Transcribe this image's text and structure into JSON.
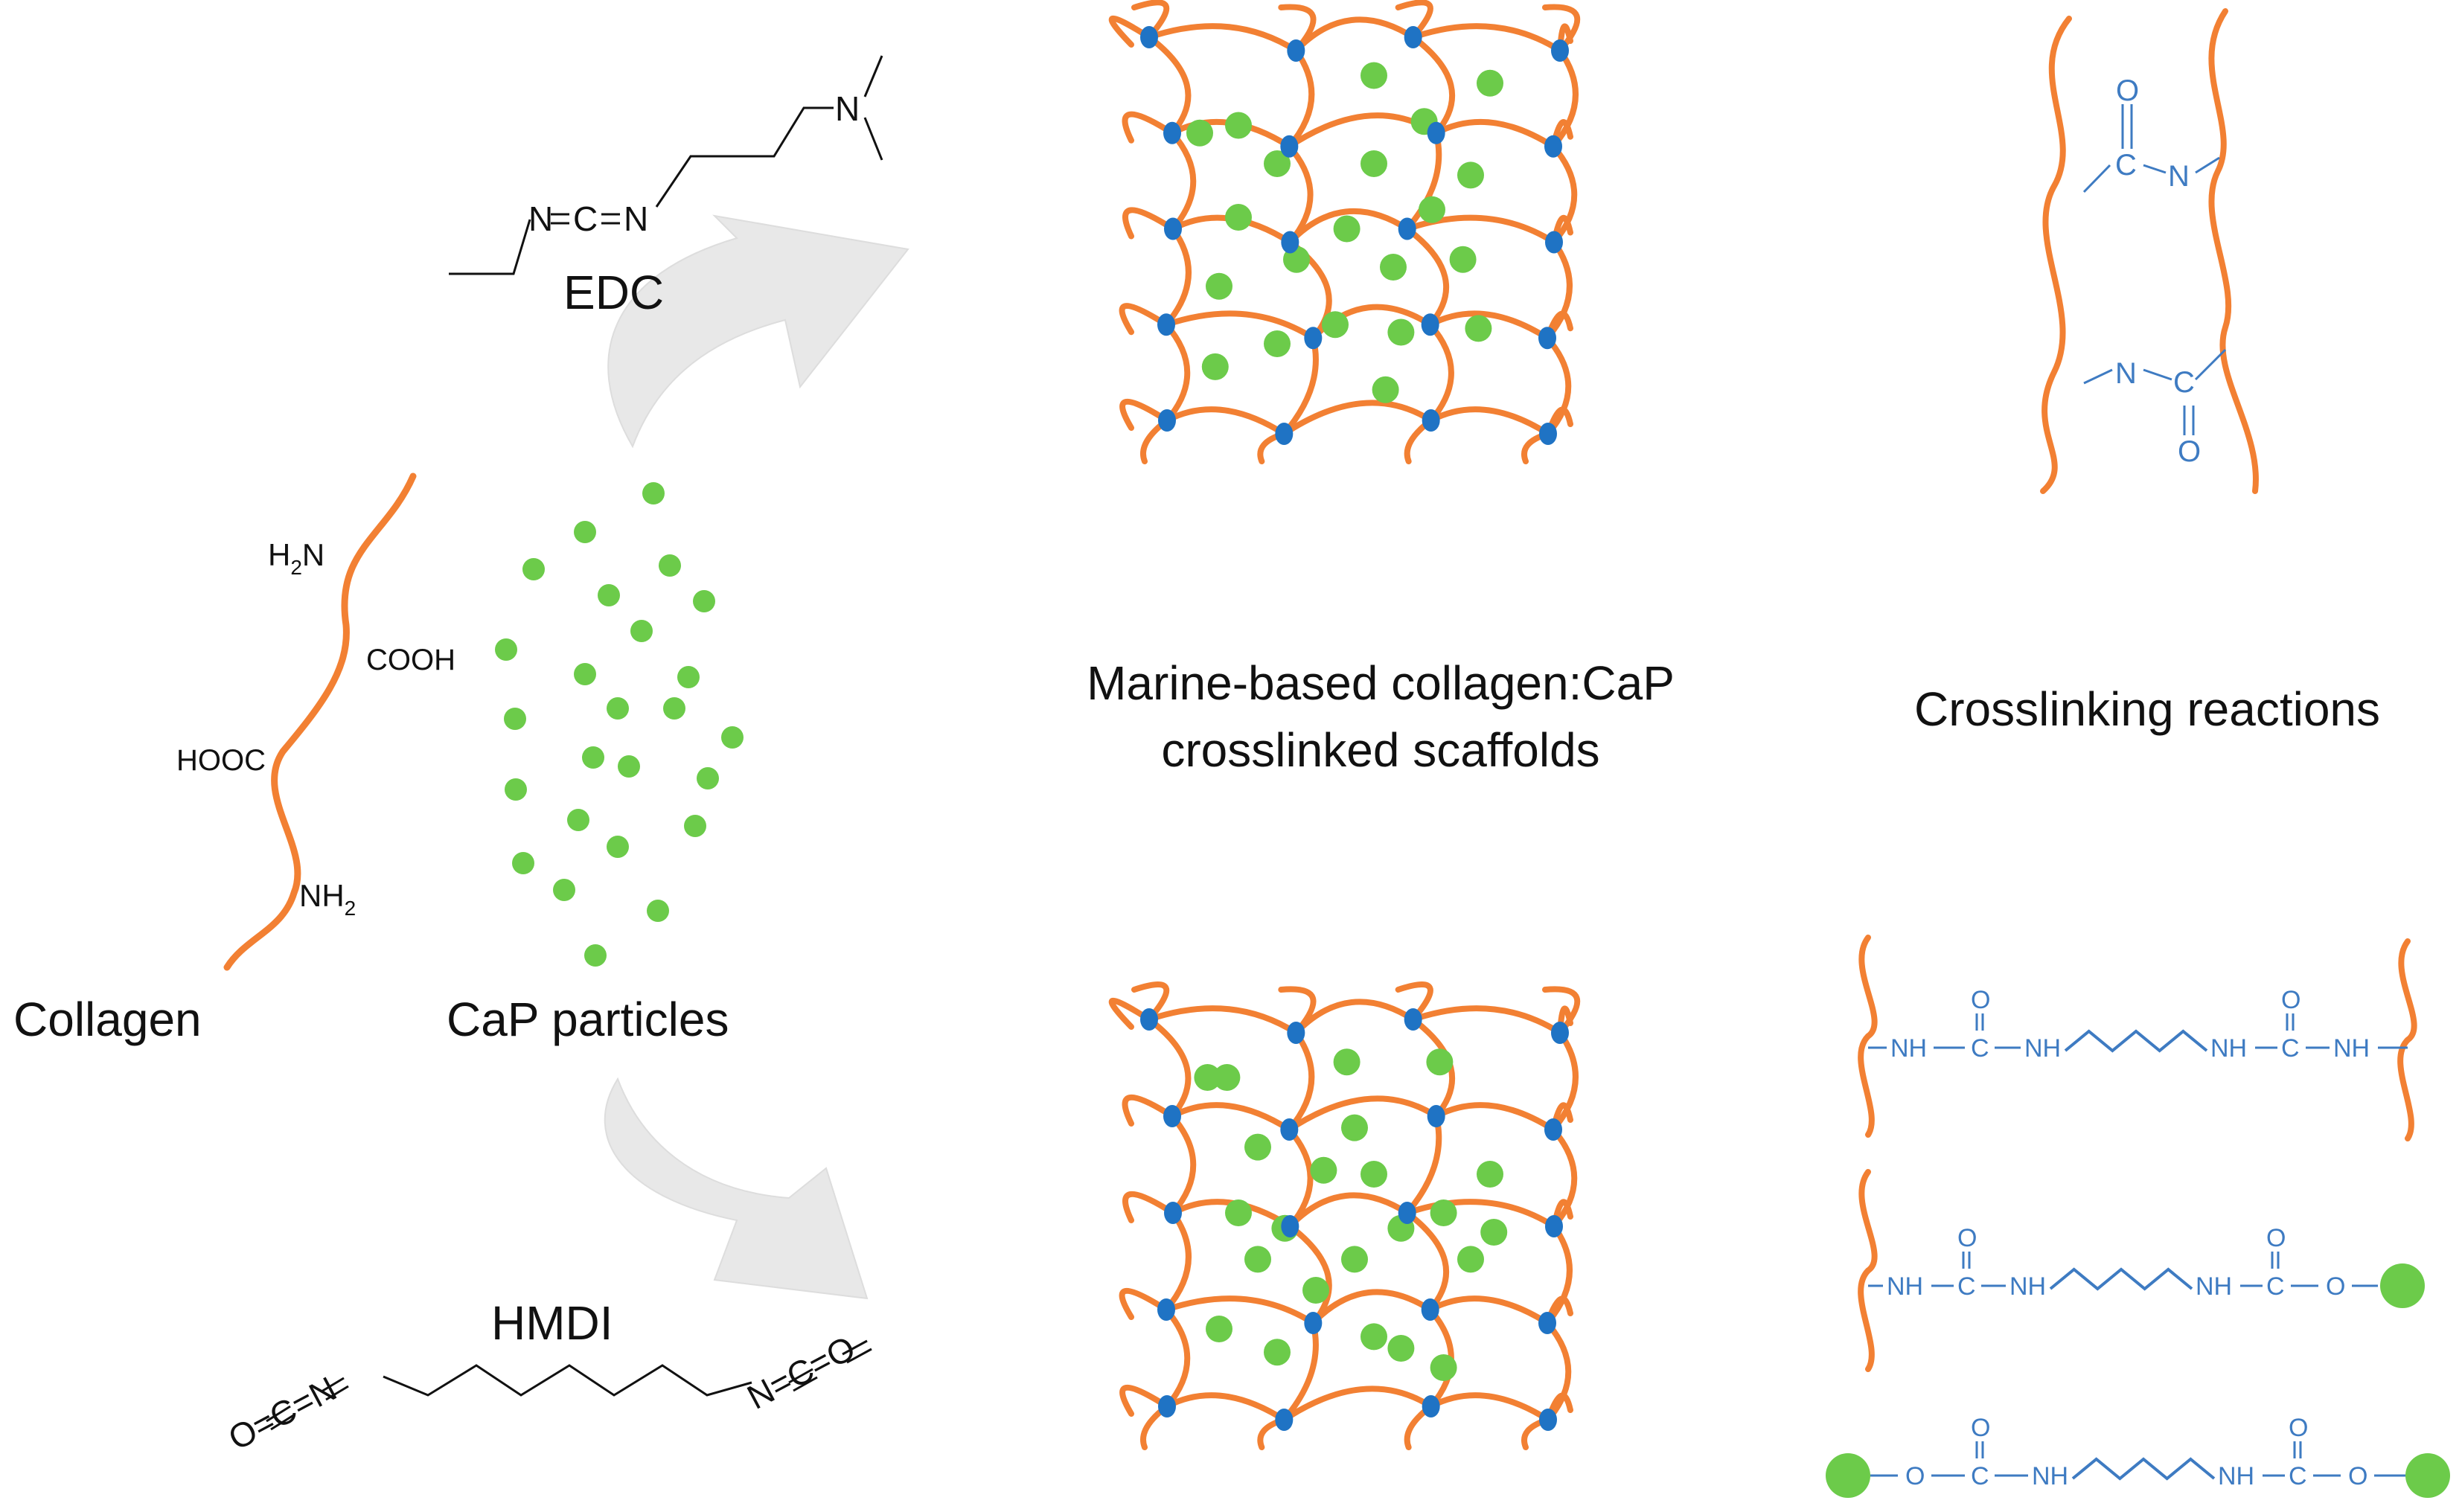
{
  "colors": {
    "collagen": "#F28033",
    "cap_particle": "#6CCB4A",
    "crosslink_node": "#1F73C4",
    "chemistry_text": "#3E7BC2",
    "arrow": "#E6E6E6",
    "text": "#111111"
  },
  "labels": {
    "edc": "EDC",
    "hmdi": "HMDI",
    "collagen": "Collagen",
    "cap_particles": "CaP particles",
    "scaffold_line1": "Marine-based collagen:CaP",
    "scaffold_line2": "crosslinked scaffolds",
    "crosslinking": "Crosslinking reactions"
  },
  "collagen_groups": {
    "h2n": "H",
    "h2n_sub": "2",
    "h2n_tail": "N",
    "cooh": "COOH",
    "hooc": "HOOC",
    "nh2_head": "NH",
    "nh2_sub": "2"
  },
  "edc_atoms": {
    "n1": "N",
    "c": "C",
    "n2": "N",
    "n3": "N"
  },
  "hmdi_atoms": {
    "left": "O=C=N",
    "right": "N=C=O"
  },
  "edc_reaction": {
    "o_top": "O",
    "c_top": "C",
    "n_top": "N",
    "n_bottom": "N",
    "c_bottom": "C",
    "o_bottom": "O"
  },
  "hmdi_reactions": {
    "nh": "NH",
    "c": "C",
    "o": "O"
  }
}
